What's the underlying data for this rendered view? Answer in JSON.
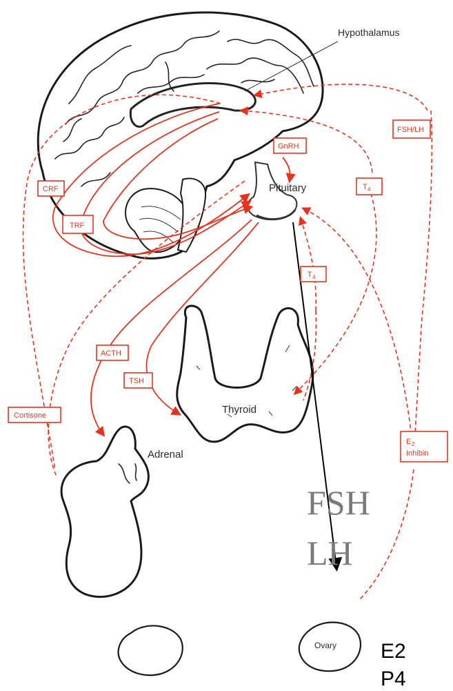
{
  "labels": {
    "hypothalamus": "Hypothalamus",
    "pituitary": "Pituitary",
    "thyroid": "Thyroid",
    "adrenal": "Adrenal",
    "ovary": "Ovary"
  },
  "hormone_boxes": {
    "crf": "CRF",
    "trf": "TRF",
    "gnrh": "GnRH",
    "fsh_lh": "FSH/LH",
    "t4_upper": "T",
    "t4_upper_sub": "4",
    "t4_lower": "T",
    "t4_lower_sub": "4",
    "acth": "ACTH",
    "tsh": "TSH",
    "cortisone": "Cortisone",
    "e2": "E",
    "e2_sub": "2",
    "inhibin": "Inhibin"
  },
  "overlay": {
    "fsh": "FSH",
    "lh": "LH",
    "e2": "E2",
    "p4": "P4"
  },
  "colors": {
    "pathway_red": "#e8321e",
    "outline": "#1a1a1a",
    "overlay_gray": "#7a7a7a"
  }
}
